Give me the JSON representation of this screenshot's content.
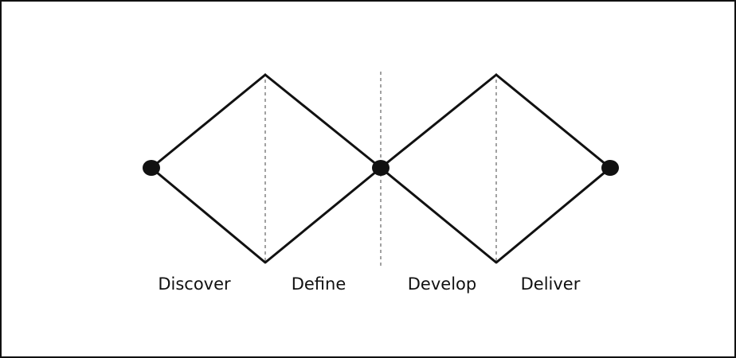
{
  "diagram": {
    "title": "",
    "phases": [
      {
        "label": "Discover"
      },
      {
        "label": "Define"
      },
      {
        "label": "Develop"
      },
      {
        "label": "Deliver"
      }
    ],
    "colors": {
      "stroke": "#111111",
      "divider": "#8a8a8a",
      "background": "#ffffff"
    }
  }
}
